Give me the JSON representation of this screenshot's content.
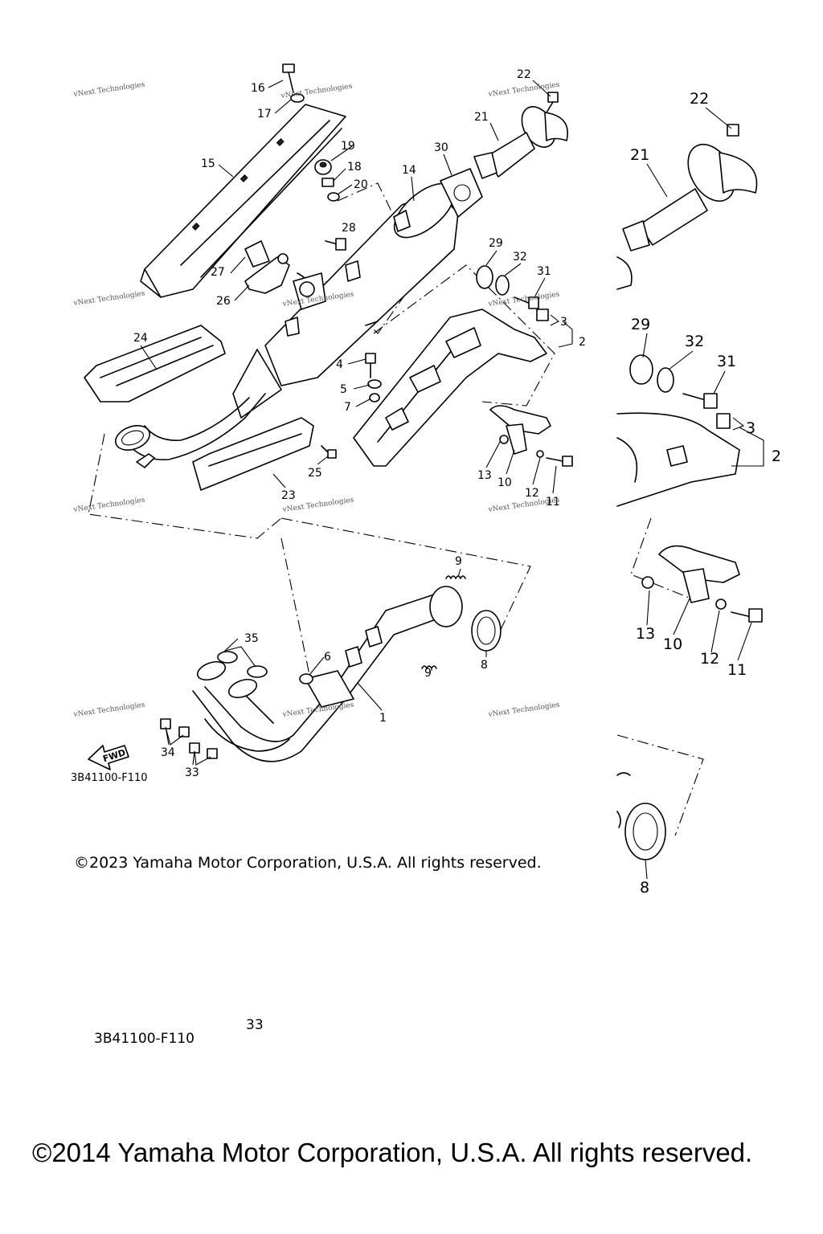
{
  "diagram": {
    "part_numbers": [
      "1",
      "2",
      "3",
      "4",
      "5",
      "6",
      "7",
      "8",
      "9",
      "10",
      "11",
      "12",
      "13",
      "14",
      "15",
      "16",
      "17",
      "18",
      "19",
      "20",
      "21",
      "22",
      "23",
      "24",
      "25",
      "26",
      "27",
      "28",
      "29",
      "30",
      "31",
      "32",
      "33",
      "34",
      "35"
    ],
    "detail_numbers": [
      "22",
      "21",
      "29",
      "32",
      "31",
      "3",
      "2",
      "13",
      "10",
      "12",
      "11",
      "8"
    ],
    "drawing_code": "3B41100-F110",
    "fwd_label": "FWD",
    "watermark": "vNext Technologies"
  },
  "footer": {
    "copyright_2023": "©2023 Yamaha Motor Corporation, U.S.A. All rights reserved.",
    "drawing_code_2": "3B41100-F110",
    "fragment": "33",
    "copyright_2014": "©2014 Yamaha Motor Corporation, U.S.A. All rights reserved."
  }
}
